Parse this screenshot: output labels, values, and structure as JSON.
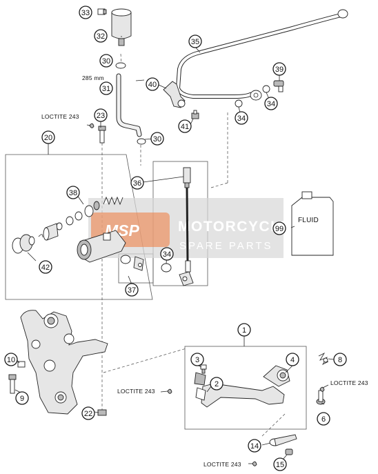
{
  "callouts": {
    "c1": "1",
    "c2": "2",
    "c3": "3",
    "c4": "4",
    "c6": "6",
    "c8": "8",
    "c9": "9",
    "c10": "10",
    "c14": "14",
    "c15": "15",
    "c20": "20",
    "c22": "22",
    "c23": "23",
    "c30a": "30",
    "c30b": "30",
    "c31": "31",
    "c32": "32",
    "c33": "33",
    "c34a": "34",
    "c34b": "34",
    "c34c": "34",
    "c35": "35",
    "c36": "36",
    "c37": "37",
    "c38": "38",
    "c39": "39",
    "c40": "40",
    "c41": "41",
    "c42": "42",
    "c99": "99"
  },
  "notes": {
    "hose_length": "285 mm",
    "loctite_top": "LOCTITE 243",
    "loctite_mid_left": "LOCTITE 243",
    "loctite_right": "LOCTITE 243",
    "loctite_bottom": "LOCTITE 243",
    "fluid_label": "FLUID"
  },
  "watermark": {
    "logo": "MSP",
    "line1": "MOTORCYCLE",
    "line2": "SPARE PARTS"
  },
  "colors": {
    "logo_accent": "#f07a3c",
    "watermark_band": "#d8d8d8",
    "line": "#222222"
  }
}
